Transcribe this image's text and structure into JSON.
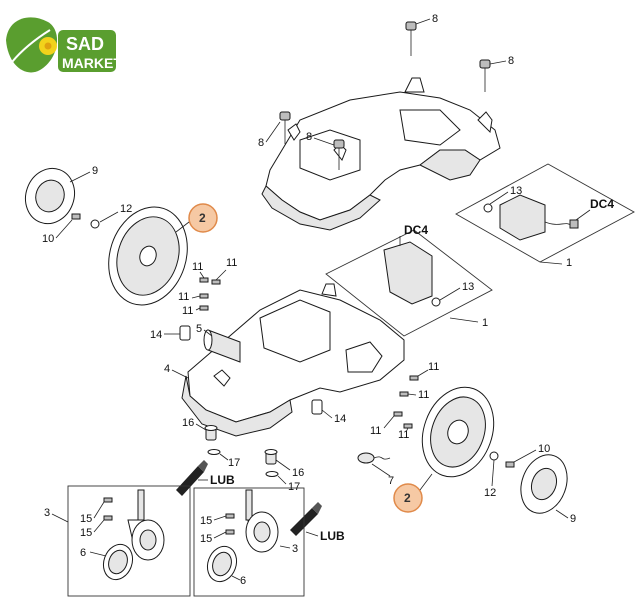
{
  "logo": {
    "line1": "SAD",
    "line2": "MARKET",
    "green": "#5a9e2f",
    "dark_green": "#3e7a1c",
    "yellow": "#f2d21b"
  },
  "highlight_color": "#f6c9a4",
  "labels": {
    "p8a": "8",
    "p8b": "8",
    "p8c": "8",
    "p8d": "8",
    "p9a": "9",
    "p9b": "9",
    "p10a": "10",
    "p10b": "10",
    "p12a": "12",
    "p12b": "12",
    "p2a": "2",
    "p2b": "2",
    "p13a": "13",
    "p13b": "13",
    "dc4a": "DC4",
    "dc4b": "DC4",
    "p1a": "1",
    "p1b": "1",
    "p11a": "11",
    "p11b": "11",
    "p11c": "11",
    "p11d": "11",
    "p11e": "11",
    "p11f": "11",
    "p11g": "11",
    "p11h": "11",
    "p14a": "14",
    "p14b": "14",
    "p5": "5",
    "p4": "4",
    "p7": "7",
    "p16a": "16",
    "p16b": "16",
    "p17a": "17",
    "p17b": "17",
    "luba": "LUB",
    "lubb": "LUB",
    "p3a": "3",
    "p3b": "3",
    "p15a": "15",
    "p15b": "15",
    "p15c": "15",
    "p15d": "15",
    "p6a": "6",
    "p6b": "6"
  }
}
